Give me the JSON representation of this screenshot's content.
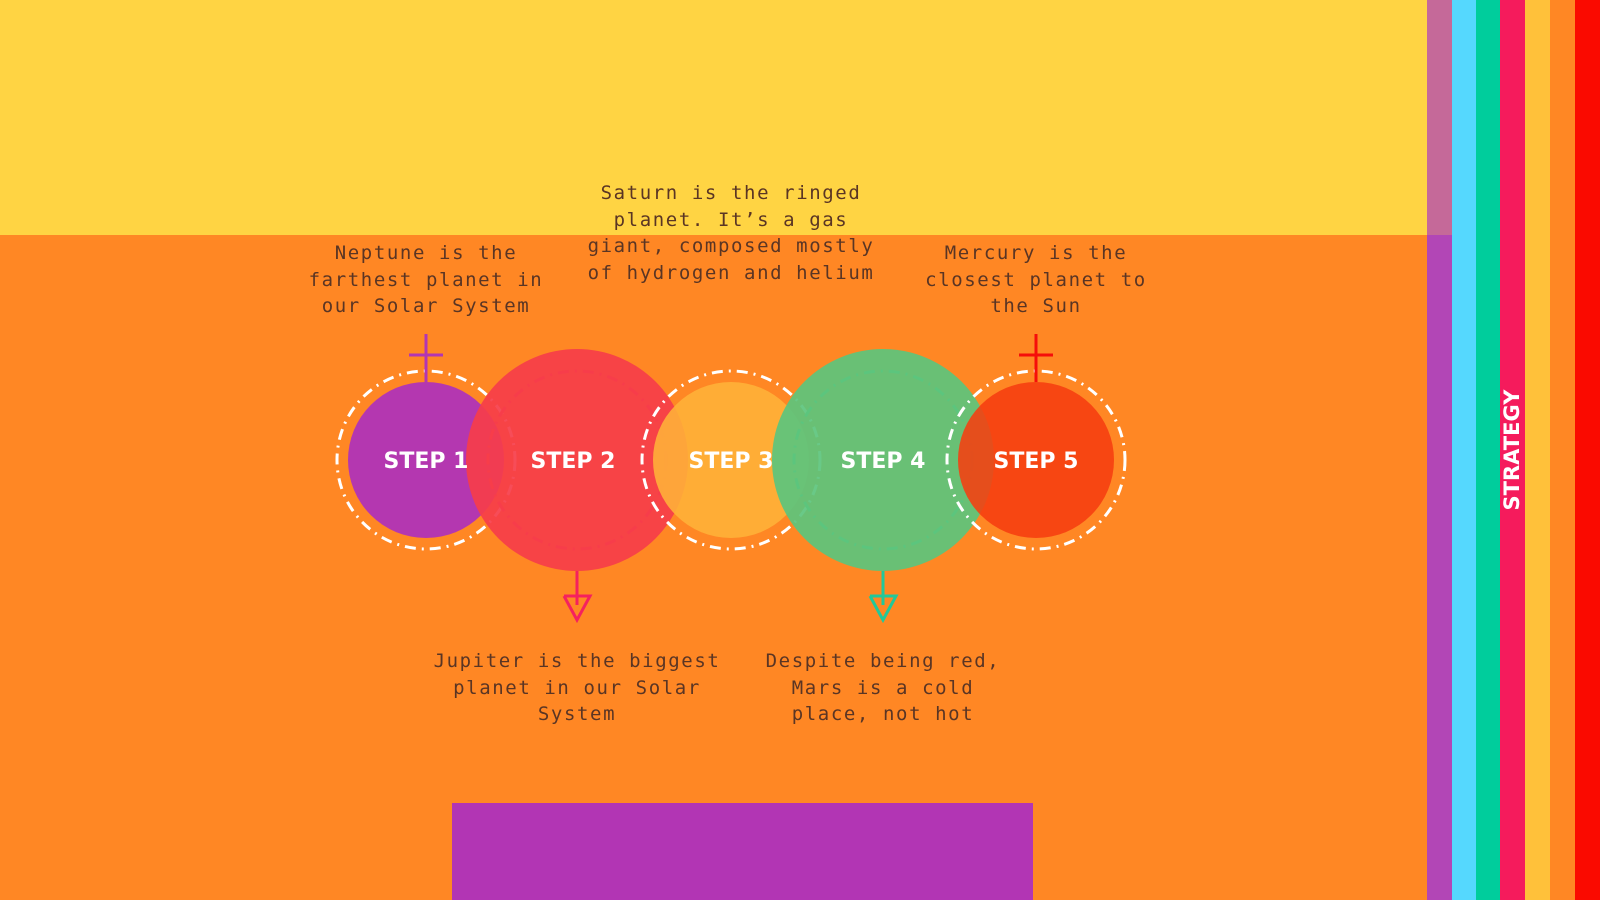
{
  "colors": {
    "background_top": "#ffd443",
    "background_main": "#ff8724",
    "stripes": [
      "#b246b6",
      "#55d8fe",
      "#00cd9c",
      "#f51b5c",
      "#ffc13a",
      "#ff8724",
      "#fa0a00"
    ],
    "bottom_block": "#b235b4",
    "text": "#5a3524"
  },
  "sidebar": {
    "label": "STRATEGY"
  },
  "steps": [
    {
      "label": "STEP 1",
      "description": "Neptune is the\nfarthest planet in\nour Solar System",
      "color": "#b235b4",
      "marker": "cross",
      "marker_color": "#b235b4",
      "ring": true
    },
    {
      "label": "STEP 2",
      "description": "Jupiter is the biggest\nplanet in our Solar\nSystem",
      "color": "#f63d4a",
      "marker": "arrow-down",
      "marker_color": "#f5215e",
      "ring": false
    },
    {
      "label": "STEP 3",
      "description": "Saturn is the ringed\nplanet. It’s a gas\ngiant, composed mostly\nof hydrogen and helium",
      "color": "#ffb339",
      "marker": "none",
      "marker_color": "#ffb339",
      "ring": true
    },
    {
      "label": "STEP 4",
      "description": "Despite being red,\nMars is a cold\nplace, not hot",
      "color": "#5cc47d",
      "marker": "arrow-down",
      "marker_color": "#22c89a",
      "ring": false
    },
    {
      "label": "STEP 5",
      "description": "Mercury is the\nclosest planet to\nthe Sun",
      "color": "#f63e10",
      "marker": "cross",
      "marker_color": "#f50e0a",
      "ring": true
    }
  ]
}
